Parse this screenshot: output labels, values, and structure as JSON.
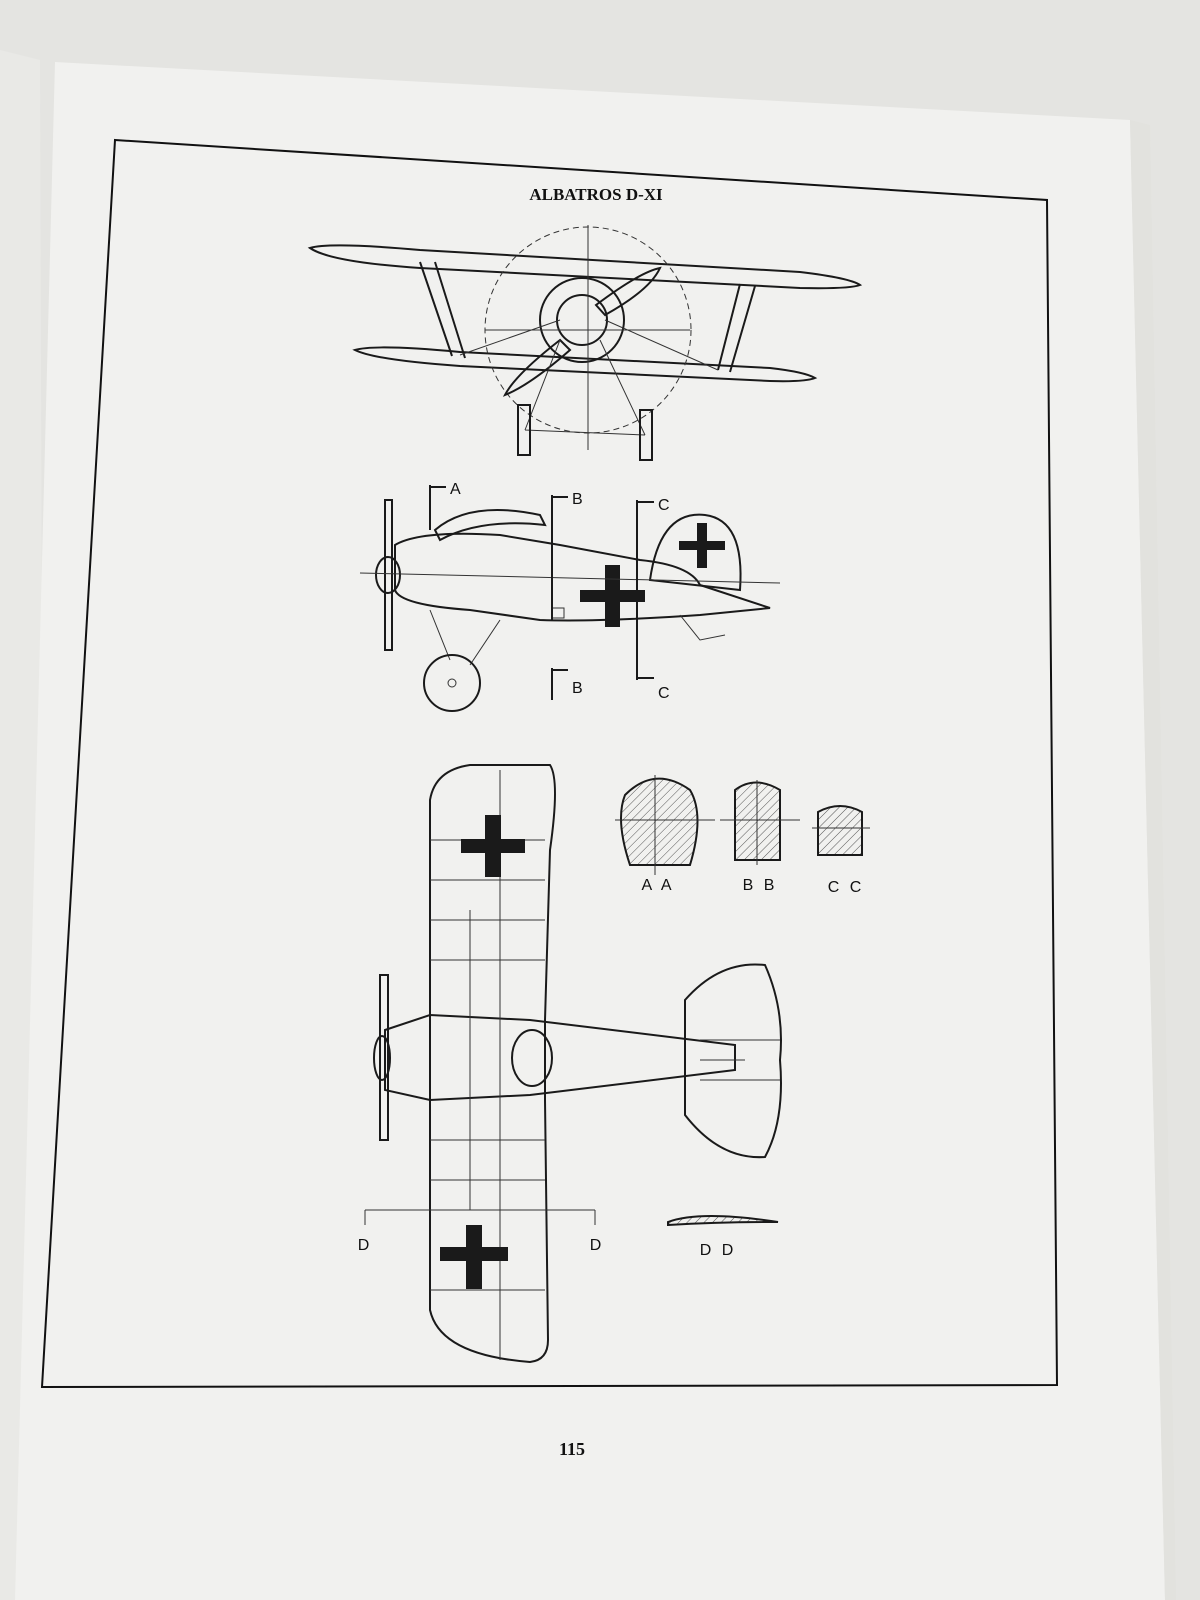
{
  "page": {
    "title": "ALBATROS D-XI",
    "page_number": "115"
  },
  "side_view": {
    "section_markers": [
      "A",
      "B",
      "C",
      "B",
      "C"
    ]
  },
  "sections": {
    "aa": "A A",
    "bb": "B B",
    "cc": "C C",
    "dd": "D D"
  },
  "top_view": {
    "section_markers": [
      "D",
      "D"
    ]
  },
  "colors": {
    "paper": "#f1f1ef",
    "ink": "#1a1a1a",
    "background": "#dcdcd8"
  }
}
